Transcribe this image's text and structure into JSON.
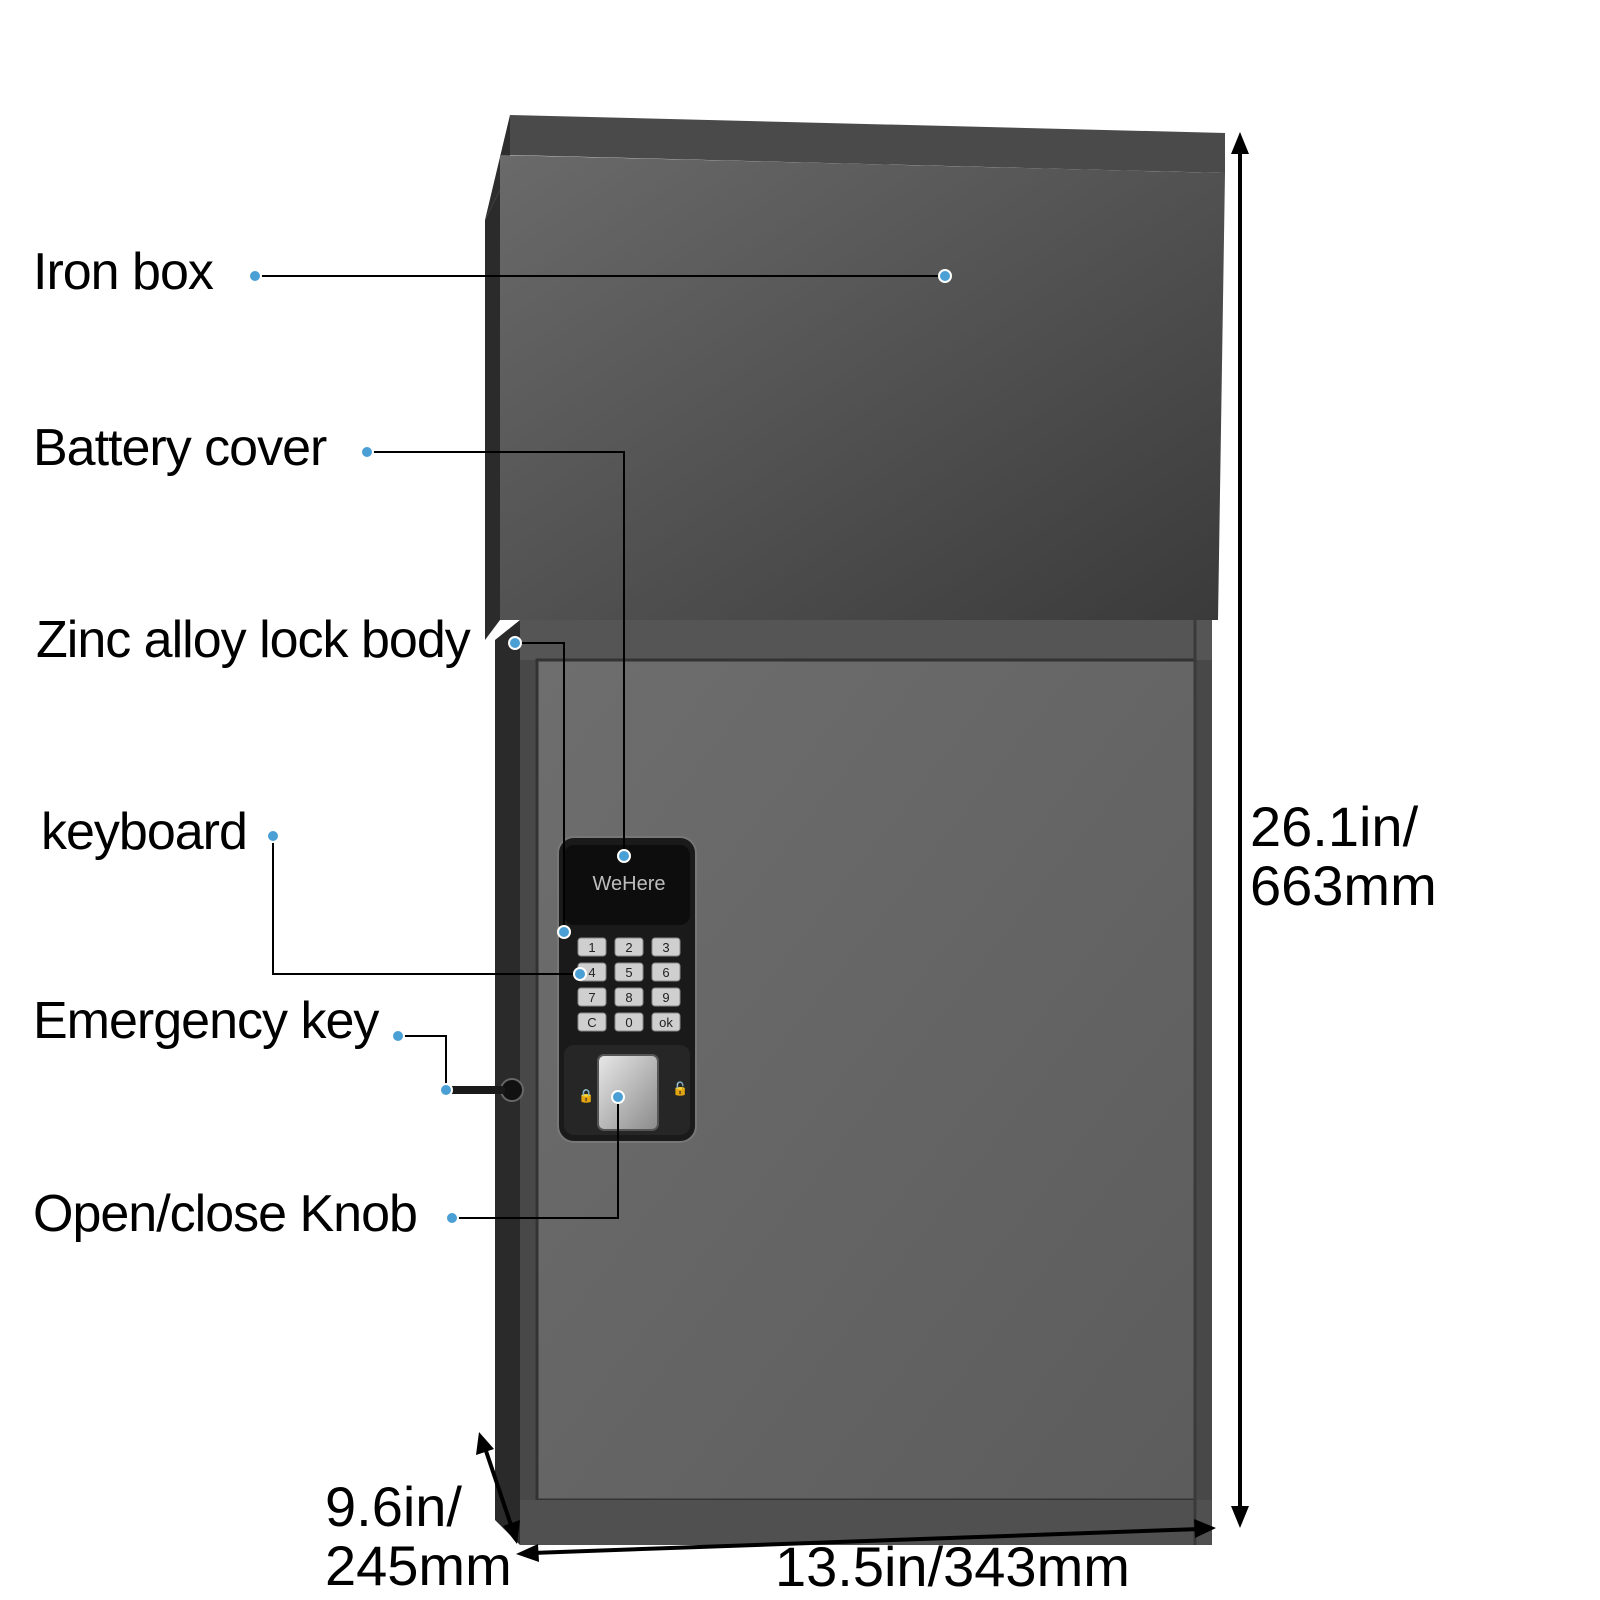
{
  "labels": {
    "iron_box": "Iron box",
    "battery_cover": "Battery cover",
    "lock_body": "Zinc alloy lock body",
    "keyboard": "keyboard",
    "emergency_key": "Emergency key",
    "knob": "Open/close Knob"
  },
  "dimensions": {
    "height_in": "26.1in/",
    "height_mm": "663mm",
    "depth_in": "9.6in/",
    "depth_mm": "245mm",
    "width": "13.5in/343mm"
  },
  "keypad": {
    "brand": "WeHere",
    "keys": [
      "1",
      "2",
      "3",
      "4",
      "5",
      "6",
      "7",
      "8",
      "9",
      "C",
      "0",
      "ok"
    ]
  },
  "colors": {
    "box_dark": "#3c3c3c",
    "box_mid": "#5a5a5a",
    "callout_dot": "#4a9fd4",
    "line": "#000000"
  }
}
